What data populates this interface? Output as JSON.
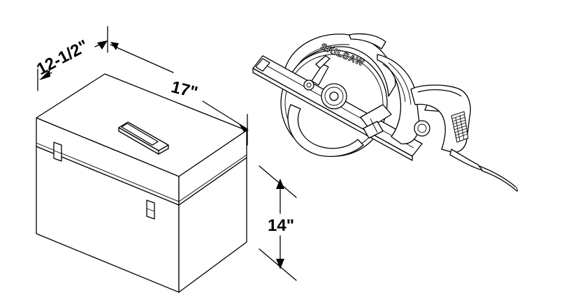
{
  "dimensions": {
    "depth": "12-1/2\"",
    "width": "17\"",
    "height": "14\""
  },
  "saw": {
    "brand": "SKILSAW"
  },
  "colors": {
    "line": "#000000",
    "background": "#ffffff"
  }
}
